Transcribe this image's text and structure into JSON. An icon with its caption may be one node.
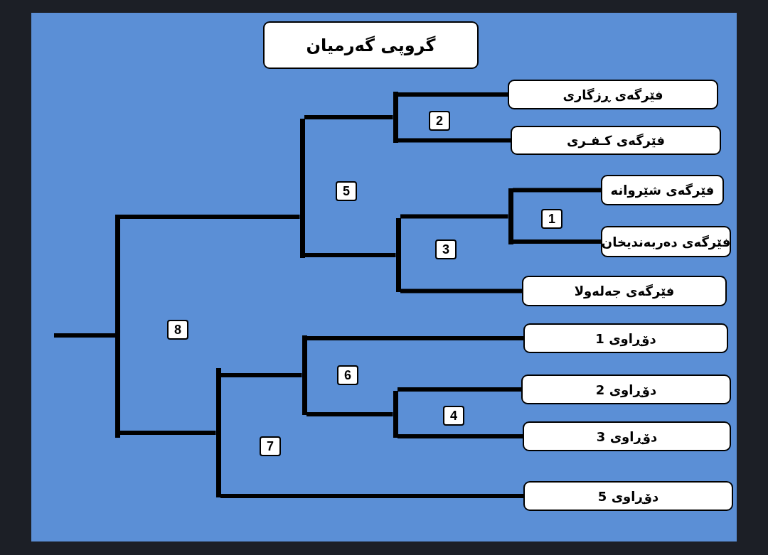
{
  "diagram": {
    "nodes": [
      {
        "text": [
          "گروپی گەرمیان"
        ]
      },
      {
        "text": [
          "فێرگەی ڕزگاری"
        ]
      },
      {
        "text": [
          "فێرگەی کـفـری"
        ]
      },
      {
        "text": [
          "فێرگەی شێروانە"
        ]
      },
      {
        "text": [
          "فێرگەی دەربەندیخان"
        ]
      },
      {
        "text": [
          "فێرگەی جەلەولا"
        ]
      },
      {
        "text": [
          "دۆڕاوی 1"
        ]
      },
      {
        "text": [
          "دۆڕاوی 2"
        ]
      },
      {
        "text": [
          "دۆڕاوی 3"
        ]
      },
      {
        "text": [
          "دۆڕاوی 5"
        ]
      },
      {
        "text": [],
        "shape": "bar"
      },
      {
        "text": [],
        "shape": "bar"
      },
      {
        "text": [],
        "shape": "bar"
      },
      {
        "text": [],
        "shape": "bar"
      },
      {
        "text": [],
        "shape": "bar"
      },
      {
        "text": [],
        "shape": "bar"
      },
      {
        "text": [],
        "shape": "bar"
      },
      {
        "text": [],
        "shape": "bar"
      }
    ],
    "edges": [
      {
        "from": 1,
        "to": 14,
        "arrow": "none"
      },
      {
        "from": 2,
        "to": 14,
        "arrow": "none"
      },
      {
        "from": 3,
        "to": 17,
        "arrow": "none"
      },
      {
        "from": 4,
        "to": 17,
        "arrow": "none"
      },
      {
        "from": 17,
        "to": 16,
        "arrow": "none"
      },
      {
        "from": 5,
        "to": 16,
        "arrow": "none"
      },
      {
        "from": 14,
        "to": 12,
        "arrow": "none"
      },
      {
        "from": 16,
        "to": 12,
        "arrow": "none"
      },
      {
        "from": 6,
        "to": 13,
        "arrow": "none"
      },
      {
        "from": 7,
        "to": 15,
        "arrow": "none"
      },
      {
        "from": 8,
        "to": 15,
        "arrow": "none"
      },
      {
        "from": 15,
        "to": 13,
        "arrow": "none"
      },
      {
        "from": 13,
        "to": 11,
        "arrow": "none"
      },
      {
        "from": 9,
        "to": 11,
        "arrow": "none"
      },
      {
        "from": 12,
        "to": 10,
        "arrow": "none"
      },
      {
        "from": 11,
        "to": 10,
        "arrow": "none"
      },
      {
        "from": null,
        "to": 10,
        "arrow": "none"
      }
    ],
    "labels": [
      "2",
      "5",
      "1",
      "3",
      "8",
      "6",
      "4",
      "7"
    ]
  }
}
